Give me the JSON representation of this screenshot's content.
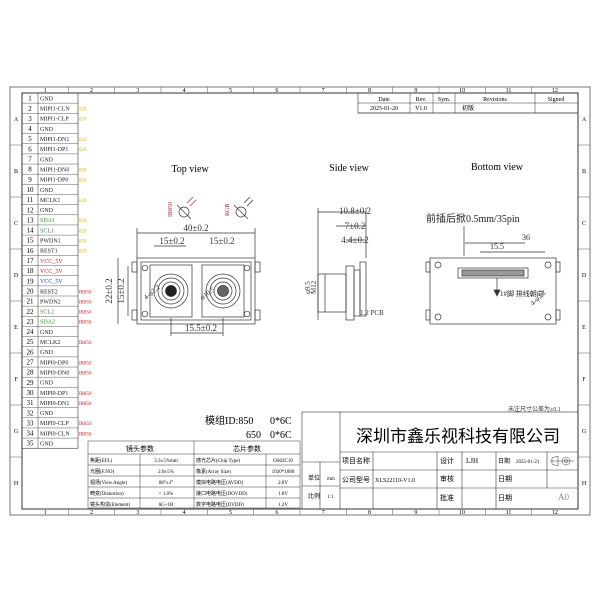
{
  "frame": {
    "col_marks": [
      "1",
      "2",
      "3",
      "4",
      "5",
      "6",
      "7",
      "8",
      "9",
      "10",
      "11",
      "12"
    ],
    "row_marks": [
      "A",
      "B",
      "C",
      "D",
      "E",
      "F",
      "G",
      "H"
    ]
  },
  "revision": {
    "headers": [
      "Date",
      "Rev.",
      "Sym.",
      "Revisions",
      "Signed"
    ],
    "row": [
      "2025-01-20",
      "V1.0",
      "",
      "初版",
      ""
    ]
  },
  "pins": [
    {
      "no": "1",
      "name": "GND",
      "tag": "",
      "color": ""
    },
    {
      "no": "2",
      "name": "MIPI1-CLN",
      "tag": "820",
      "color": "#d8b800"
    },
    {
      "no": "3",
      "name": "MIPI1-CLP",
      "tag": "820",
      "color": "#d8b800"
    },
    {
      "no": "4",
      "name": "GND",
      "tag": "",
      "color": ""
    },
    {
      "no": "5",
      "name": "MIPI1-DN1",
      "tag": "820",
      "color": "#d8b800"
    },
    {
      "no": "6",
      "name": "MIPI1-DP1",
      "tag": "820",
      "color": "#d8b800"
    },
    {
      "no": "7",
      "name": "GND",
      "tag": "",
      "color": ""
    },
    {
      "no": "8",
      "name": "MIPI1-DN0",
      "tag": "820",
      "color": "#d8b800"
    },
    {
      "no": "9",
      "name": "MIPI1-DP0",
      "tag": "820",
      "color": "#d8b800"
    },
    {
      "no": "10",
      "name": "GND",
      "tag": "",
      "color": ""
    },
    {
      "no": "11",
      "name": "MCLK1",
      "tag": "820",
      "color": "#d8b800"
    },
    {
      "no": "12",
      "name": "GND",
      "tag": "",
      "color": ""
    },
    {
      "no": "13",
      "name": "SDA1",
      "tag": "820",
      "color": "#d8b800",
      "name_color": "#2a9a2a"
    },
    {
      "no": "14",
      "name": "SCL1",
      "tag": "820",
      "color": "#d8b800",
      "name_color": "#2a9a2a"
    },
    {
      "no": "15",
      "name": "PWDN1",
      "tag": "820",
      "color": "#d8b800"
    },
    {
      "no": "16",
      "name": "REST1",
      "tag": "820",
      "color": "#d8b800"
    },
    {
      "no": "17",
      "name": "VCC_5V",
      "tag": "",
      "color": "",
      "name_color": "#d02020"
    },
    {
      "no": "18",
      "name": "VCC_5V",
      "tag": "",
      "color": "",
      "name_color": "#d02020"
    },
    {
      "no": "19",
      "name": "VCC_5V",
      "tag": "",
      "color": "",
      "name_color": "#2040c0"
    },
    {
      "no": "20",
      "name": "REST2",
      "tag": "IR850",
      "color": "#c02020"
    },
    {
      "no": "21",
      "name": "PWDN2",
      "tag": "IR850",
      "color": "#c02020"
    },
    {
      "no": "22",
      "name": "SCL2",
      "tag": "IR850",
      "color": "#c02020",
      "name_color": "#2a9a2a"
    },
    {
      "no": "23",
      "name": "SDA2",
      "tag": "IR850",
      "color": "#c02020",
      "name_color": "#2a9a2a"
    },
    {
      "no": "24",
      "name": "GND",
      "tag": "",
      "color": ""
    },
    {
      "no": "25",
      "name": "MCLK2",
      "tag": "IR850",
      "color": "#c02020"
    },
    {
      "no": "26",
      "name": "GND",
      "tag": "",
      "color": ""
    },
    {
      "no": "27",
      "name": "MIPI0-DP0",
      "tag": "IR850",
      "color": "#c02020"
    },
    {
      "no": "28",
      "name": "MIPI0-DN0",
      "tag": "IR850",
      "color": "#c02020"
    },
    {
      "no": "29",
      "name": "GND",
      "tag": "",
      "color": ""
    },
    {
      "no": "30",
      "name": "MIPI0-DP1",
      "tag": "IR850",
      "color": "#c02020"
    },
    {
      "no": "31",
      "name": "MIPI0-DN1",
      "tag": "IR850",
      "color": "#c02020"
    },
    {
      "no": "32",
      "name": "GND",
      "tag": "",
      "color": ""
    },
    {
      "no": "33",
      "name": "MIPI0-CLP",
      "tag": "IR850",
      "color": "#c02020"
    },
    {
      "no": "34",
      "name": "MIPI0-CLN",
      "tag": "IR850",
      "color": "#c02020"
    },
    {
      "no": "35",
      "name": "GND",
      "tag": "",
      "color": ""
    }
  ],
  "views": {
    "top": "Top view",
    "side": "Side view",
    "bottom": "Bottom view"
  },
  "top_dims": {
    "overall_w": "40±0.2",
    "inner_w": "15±0.2",
    "pitch": "15.5±0.2",
    "height": "22±0.2",
    "inner_h": "15±0.2",
    "hole": "4-φ2.2",
    "hole2": "φ10.5",
    "led_left": "IR850",
    "led_right": "RGB"
  },
  "side_dims": {
    "d1": "10.8±0.2",
    "d2": "7±0.2",
    "d3": "4.4±0.2",
    "d4": "1.2 PCB",
    "d5": "φ9.5",
    "d6": "M12"
  },
  "bottom_dims": {
    "note": "前插后掀0.5mm/35pin",
    "d1": "36",
    "d2": "15.5",
    "pin1": "1",
    "pin1_text": "1#脚 排线朝向",
    "hole": "4-φ2.2"
  },
  "tolerance_note": "未注尺寸公差为±0.1",
  "module_ids": [
    {
      "label": "模组ID:850",
      "value": "0*6C"
    },
    {
      "label": "650",
      "value": "0*6C"
    }
  ],
  "lens_params": {
    "title": "镜头参数",
    "rows": [
      [
        "焦距(EFL)",
        "3.3±5%mm"
      ],
      [
        "光圈(F.NO)",
        "2.0±5%"
      ],
      [
        "视场(View.Angle)",
        "88°±3°"
      ],
      [
        "畸变(Distortion)",
        "< 1.0%"
      ],
      [
        "镜头构造(Element)",
        "6G+1R"
      ]
    ]
  },
  "chip_params": {
    "title": "芯片参数",
    "rows": [
      [
        "感光芯片(Chip Type)",
        "OS02C10"
      ],
      [
        "像素(Array Size)",
        "1920*1080"
      ],
      [
        "模拟电路电压(AVDD)",
        "2.8V"
      ],
      [
        "接口电路电压(DOVDD)",
        "1.8V"
      ],
      [
        "数字电路电压(DVDD)",
        "1.2V"
      ]
    ]
  },
  "title_block": {
    "company": "深圳市鑫乐视科技有限公司",
    "project_label": "项目名称",
    "design_label": "设计",
    "designer": "LJH",
    "date_label": "日期",
    "date": "2025-01-21",
    "model_label": "公司型号",
    "model": "XLS22110-V1.0",
    "review_label": "审核",
    "review_date_label": "日期",
    "approve_label": "批准",
    "approve_date_label": "日期",
    "unit_label": "单位",
    "unit": "mm",
    "scale_label": "比例",
    "scale": "1:1",
    "size": "A0"
  }
}
